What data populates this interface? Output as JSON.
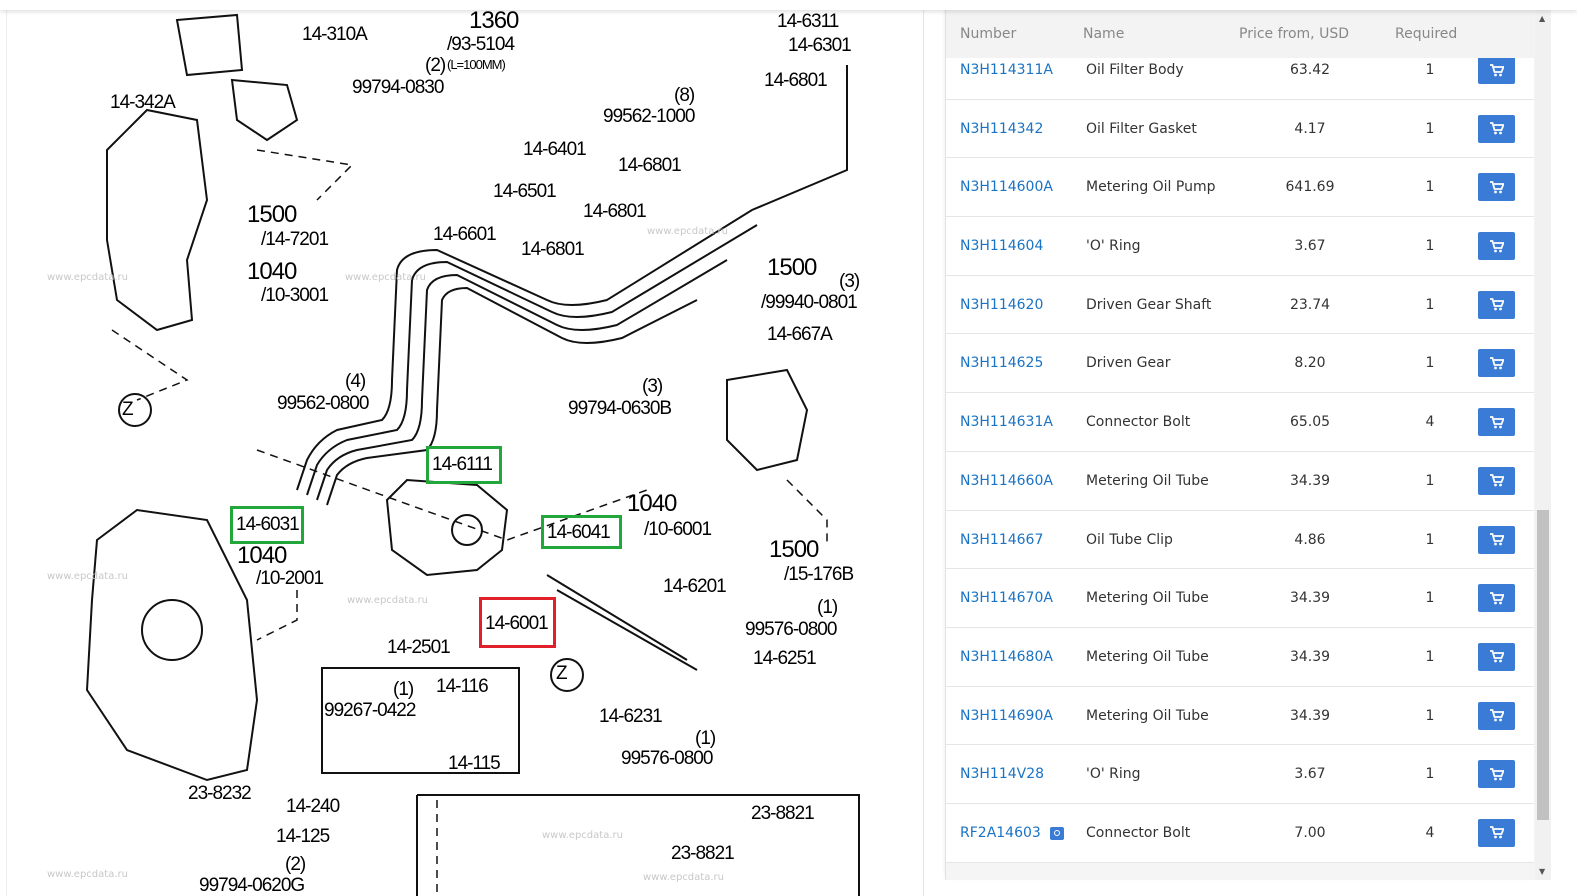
{
  "diagram": {
    "labels": [
      "14-310A",
      "1360",
      "/93-5104",
      "(L=100MM)",
      "14-6311",
      "14-6301",
      "(2)",
      "99794-0830",
      "14-342A",
      "14-6801",
      "(8)",
      "99562-1000",
      "14-6401",
      "14-6801",
      "1500",
      "/14-7201",
      "14-6501",
      "14-6801",
      "14-6601",
      "14-6801",
      "1040",
      "/10-3001",
      "1500",
      "(3)",
      "/99940-0801",
      "14-667A",
      "Z",
      "(4)",
      "99562-0800",
      "(3)",
      "99794-0630B",
      "1040",
      "/10-6001",
      "1040",
      "/10-2001",
      "1500",
      "/15-176B",
      "14-6201",
      "(1)",
      "99576-0800",
      "14-2501",
      "14-6251",
      "Z",
      "14-116",
      "(1)",
      "99267-0422",
      "14-6231",
      "14-115",
      "(1)",
      "99576-0800",
      "23-8232",
      "14-240",
      "23-8821",
      "14-125",
      "23-8821",
      "(2)",
      "99794-0620G"
    ],
    "highlighted_green": [
      "14-6111",
      "14-6031",
      "14-6041"
    ],
    "highlighted_red": [
      "14-6001"
    ],
    "watermark": "www.epcdata.ru"
  },
  "table": {
    "headers": {
      "number": "Number",
      "name": "Name",
      "price": "Price from, USD",
      "required": "Required"
    },
    "rows": [
      {
        "number": "N3H114311A",
        "name": "Oil Filter Body",
        "price": "63.42",
        "required": "1"
      },
      {
        "number": "N3H114342",
        "name": "Oil Filter Gasket",
        "price": "4.17",
        "required": "1"
      },
      {
        "number": "N3H114600A",
        "name": "Metering Oil Pump",
        "price": "641.69",
        "required": "1"
      },
      {
        "number": "N3H114604",
        "name": "'O' Ring",
        "price": "3.67",
        "required": "1"
      },
      {
        "number": "N3H114620",
        "name": "Driven Gear Shaft",
        "price": "23.74",
        "required": "1"
      },
      {
        "number": "N3H114625",
        "name": "Driven Gear",
        "price": "8.20",
        "required": "1"
      },
      {
        "number": "N3H114631A",
        "name": "Connector Bolt",
        "price": "65.05",
        "required": "4"
      },
      {
        "number": "N3H114660A",
        "name": "Metering Oil Tube",
        "price": "34.39",
        "required": "1"
      },
      {
        "number": "N3H114667",
        "name": "Oil Tube Clip",
        "price": "4.86",
        "required": "1"
      },
      {
        "number": "N3H114670A",
        "name": "Metering Oil Tube",
        "price": "34.39",
        "required": "1"
      },
      {
        "number": "N3H114680A",
        "name": "Metering Oil Tube",
        "price": "34.39",
        "required": "1"
      },
      {
        "number": "N3H114690A",
        "name": "Metering Oil Tube",
        "price": "34.39",
        "required": "1"
      },
      {
        "number": "N3H114V28",
        "name": "'O' Ring",
        "price": "3.67",
        "required": "1"
      },
      {
        "number": "RF2A14603",
        "name": "Connector Bolt",
        "price": "7.00",
        "required": "4",
        "has_photo": true
      }
    ],
    "cart_icon": "cart-icon",
    "accent": "#3a7bd5",
    "link_color": "#1a73c4"
  }
}
